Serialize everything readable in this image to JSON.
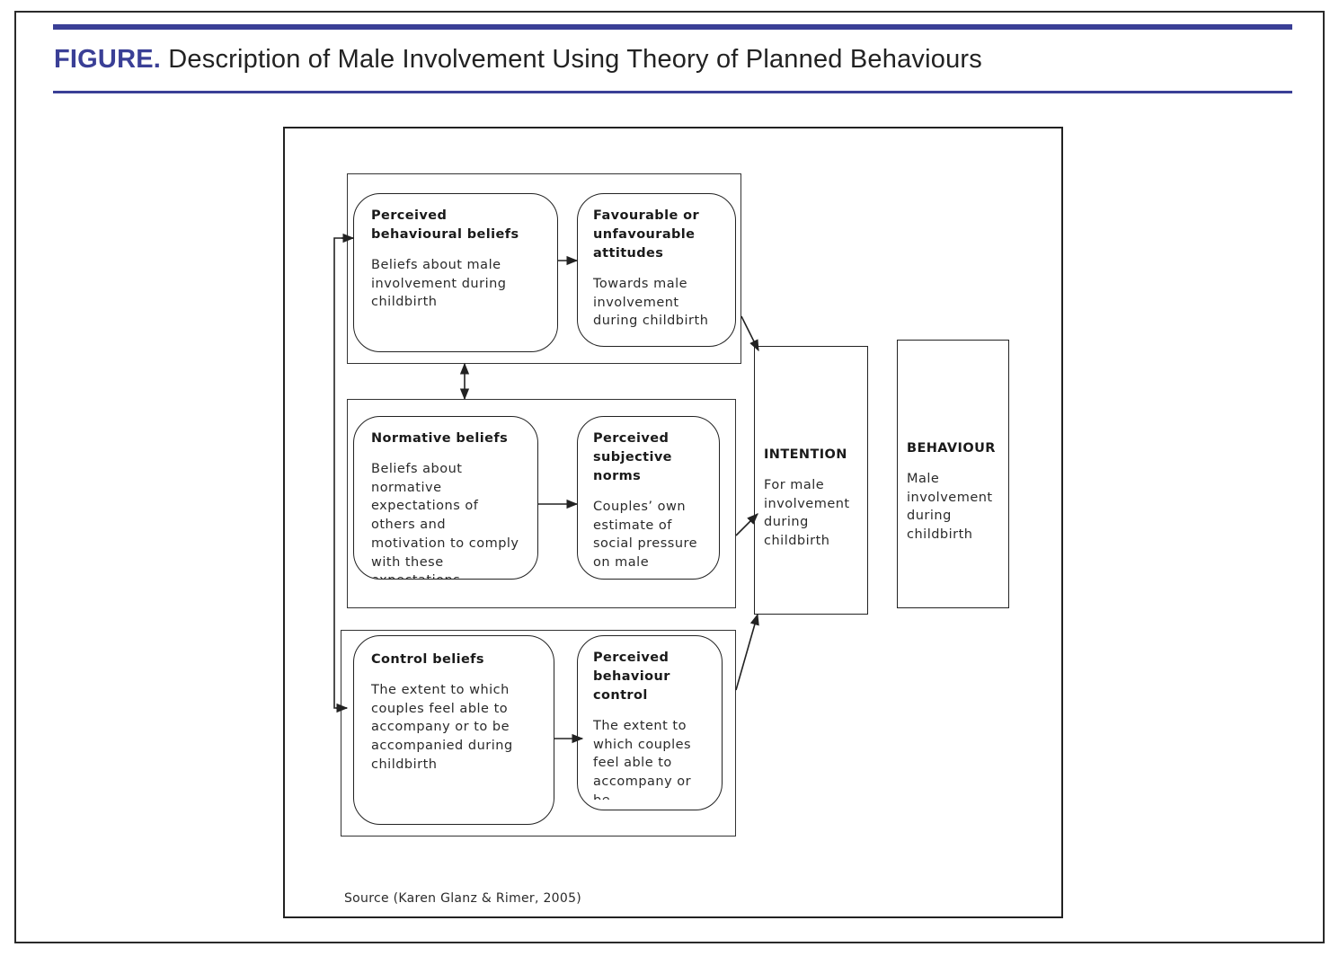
{
  "caption": {
    "label": "FIGURE.",
    "text": "Description of Male Involvement Using Theory of Planned Behaviours"
  },
  "boxes": {
    "behavioural_beliefs": {
      "title": "Perceived behavioural beliefs",
      "body": "Beliefs about male involvement during childbirth"
    },
    "attitudes": {
      "title": "Favourable or unfavourable attitudes",
      "body": "Towards male involvement during childbirth"
    },
    "normative_beliefs": {
      "title": "Normative beliefs",
      "body": "Beliefs about normative expectations of others and motivation to comply with these expectations"
    },
    "subjective_norms": {
      "title": "Perceived subjective norms",
      "body": "Couples’ own estimate of social pressure on male"
    },
    "control_beliefs": {
      "title": "Control beliefs",
      "body": "The extent to which couples feel able to accompany or to be accompanied during childbirth"
    },
    "behaviour_control": {
      "title": "Perceived behaviour control",
      "body": "The extent to which couples feel able to accompany or be"
    },
    "intention": {
      "title": "INTENTION",
      "body": "For male involvement during childbirth"
    },
    "behaviour": {
      "title": "BEHAVIOUR",
      "body": "Male involvement during childbirth"
    }
  },
  "source": "Source (Karen Glanz & Rimer, 2005)",
  "colors": {
    "accent": "#3a3f96",
    "line": "#222222"
  }
}
